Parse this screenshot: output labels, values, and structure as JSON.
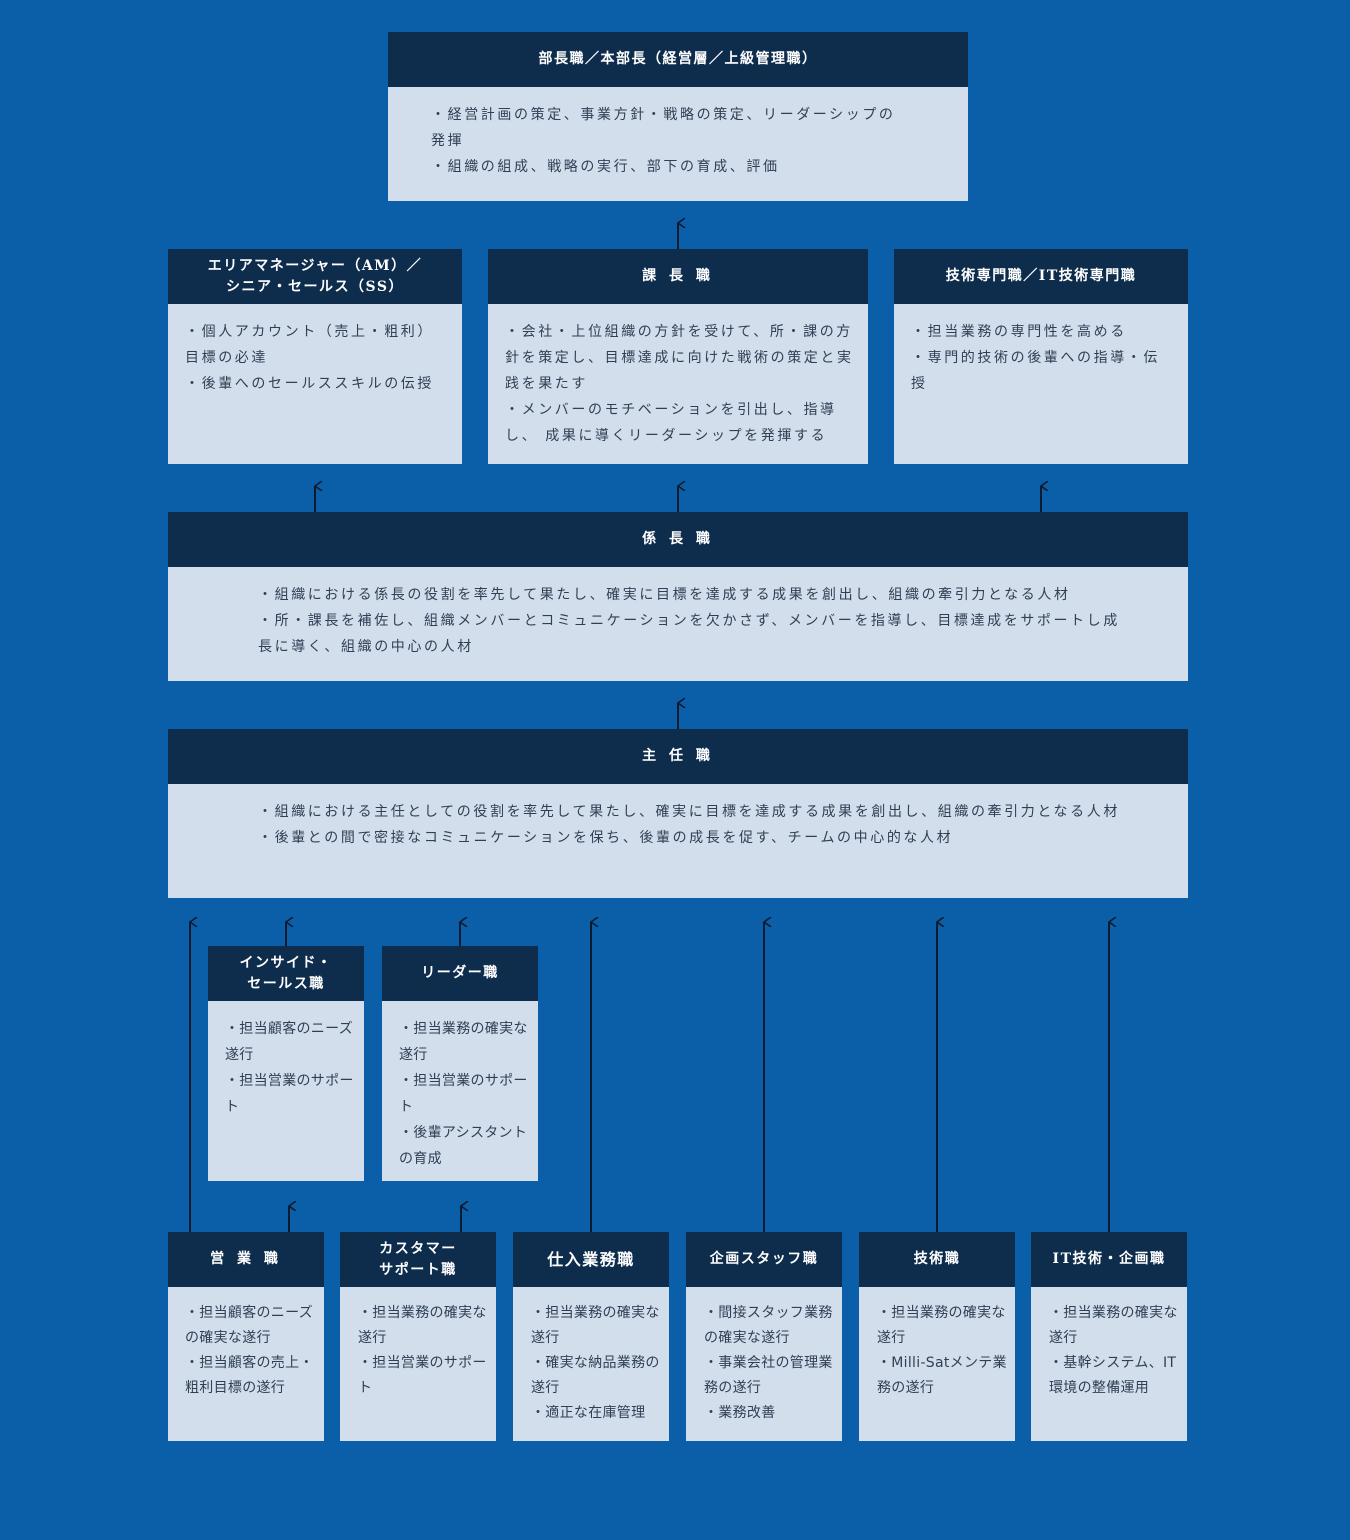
{
  "colors": {
    "background": "#0b5ea8",
    "header": "#0e2d4d",
    "body": "#d2deeb",
    "text": "#2f3f55",
    "arrow": "#0e1b2e"
  },
  "top": {
    "title": "部長職／本部長（経営層／上級管理職）",
    "lines": [
      "・経営計画の策定、事業方針・戦略の策定、リーダーシップの発揮",
      "・組織の組成、戦略の実行、部下の育成、評価"
    ]
  },
  "am": {
    "title_lines": [
      "エリアマネージャー（AM）／",
      "シニア・セールス（SS）"
    ],
    "lines": [
      "・個人アカウント（売上・粗利）目標の必達",
      "・後輩へのセールススキルの伝授"
    ]
  },
  "kacho": {
    "title": "課 長 職",
    "lines": [
      "・会社・上位組織の方針を受けて、所・課の方針を策定し、目標達成に向けた戦術の策定と実践を果たす",
      "・メンバーのモチベーションを引出し、指導し、 成果に導くリーダーシップを発揮する"
    ]
  },
  "tech_specialist": {
    "title": "技術専門職／IT技術専門職",
    "lines": [
      "・担当業務の専門性を高める",
      "・専門的技術の後輩への指導・伝授"
    ]
  },
  "kakaricho": {
    "title": "係 長 職",
    "lines": [
      "・組織における係長の役割を率先して果たし、確実に目標を達成する成果を創出し、組織の牽引力となる人材",
      "・所・課長を補佐し、組織メンバーとコミュニケーションを欠かさず、メンバーを指導し、目標達成をサポートし成長に導く、組織の中心の人材"
    ]
  },
  "shunin": {
    "title": "主 任 職",
    "lines": [
      "・組織における主任としての役割を率先して果たし、確実に目標を達成する成果を創出し、組織の牽引力となる人材",
      "・後輩との間で密接なコミュニケーションを保ち、後輩の成長を促す、チームの中心的な人材"
    ]
  },
  "inside_sales": {
    "title_lines": [
      "インサイド・",
      "セールス職"
    ],
    "lines": [
      "・担当顧客のニーズ遂行",
      "・担当営業のサポート"
    ]
  },
  "leader": {
    "title": "リーダー職",
    "lines": [
      "・担当業務の確実な遂行",
      "・担当営業のサポート",
      "・後輩アシスタントの育成"
    ]
  },
  "bottom": [
    {
      "title_lines": [
        "営 業 職"
      ],
      "lines": [
        "・担当顧客のニーズの確実な遂行",
        "・担当顧客の売上・粗利目標の遂行"
      ]
    },
    {
      "title_lines": [
        "カスタマー",
        "サポート職"
      ],
      "lines": [
        "・担当業務の確実な遂行",
        "・担当営業のサポート"
      ]
    },
    {
      "title_lines": [
        "仕入業務職"
      ],
      "lines": [
        "・担当業務の確実な遂行",
        "・確実な納品業務の遂行",
        "・適正な在庫管理"
      ]
    },
    {
      "title_lines": [
        "企画スタッフ職"
      ],
      "lines": [
        "・間接スタッフ業務の確実な遂行",
        "・事業会社の管理業務の遂行",
        "・業務改善"
      ]
    },
    {
      "title_lines": [
        "技術職"
      ],
      "lines": [
        "・担当業務の確実な遂行",
        "・Milli-Satメンテ業務の遂行"
      ]
    },
    {
      "title_lines": [
        "IT技術・企画職"
      ],
      "lines": [
        "・担当業務の確実な遂行",
        "・基幹システム、IT環境の整備運用"
      ]
    }
  ]
}
